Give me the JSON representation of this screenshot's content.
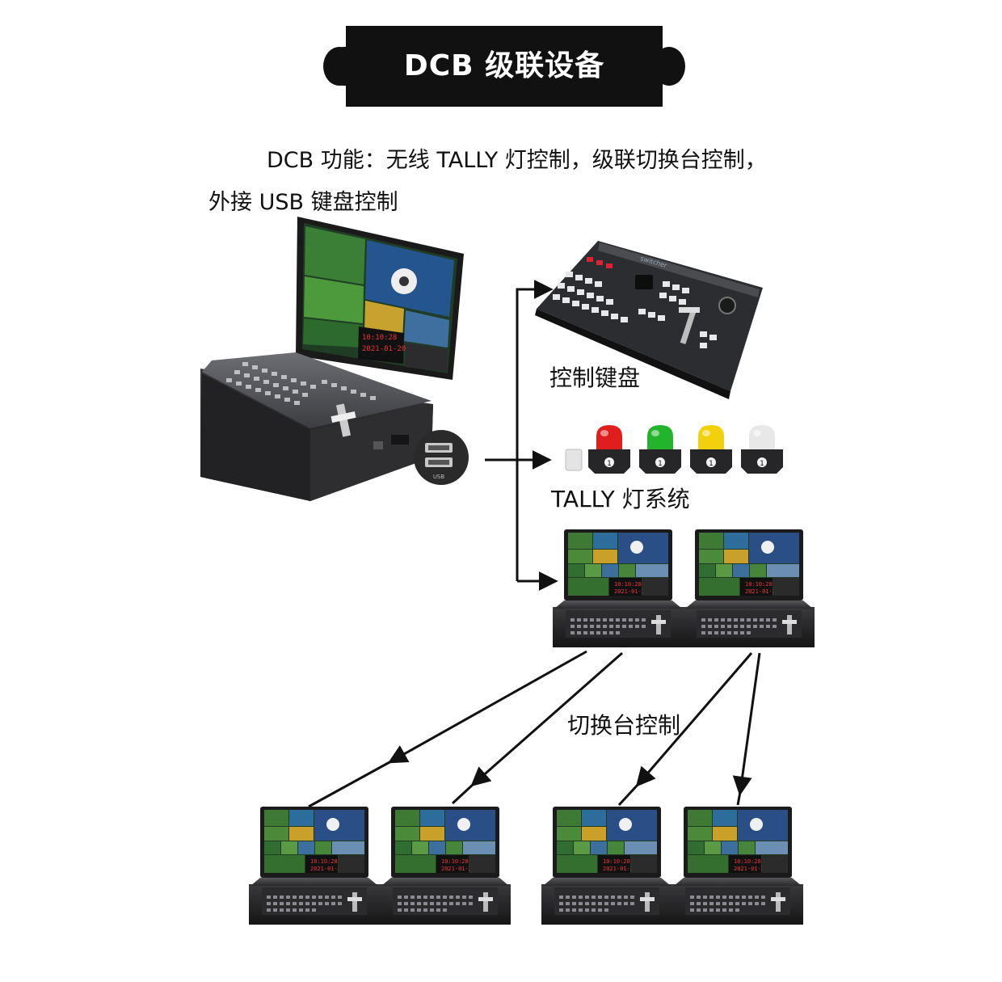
{
  "header": {
    "title": "DCB 级联设备"
  },
  "description": {
    "line1": "DCB 功能：无线 TALLY 灯控制，级联切换台控制，",
    "line2": "外接 USB 键盘控制"
  },
  "labels": {
    "keyboard": "控制键盘",
    "tally": "TALLY 灯系统",
    "switcher_control": "切换台控制"
  },
  "tally_lights": [
    {
      "color": "#e01e1e",
      "number": "1"
    },
    {
      "color": "#22b52c",
      "number": "1"
    },
    {
      "color": "#f2d00e",
      "number": "1"
    },
    {
      "color": "#e8e8e8",
      "number": "1"
    }
  ],
  "usb_port_label": "USB",
  "colors": {
    "banner": "#111111",
    "arrow": "#111111"
  }
}
